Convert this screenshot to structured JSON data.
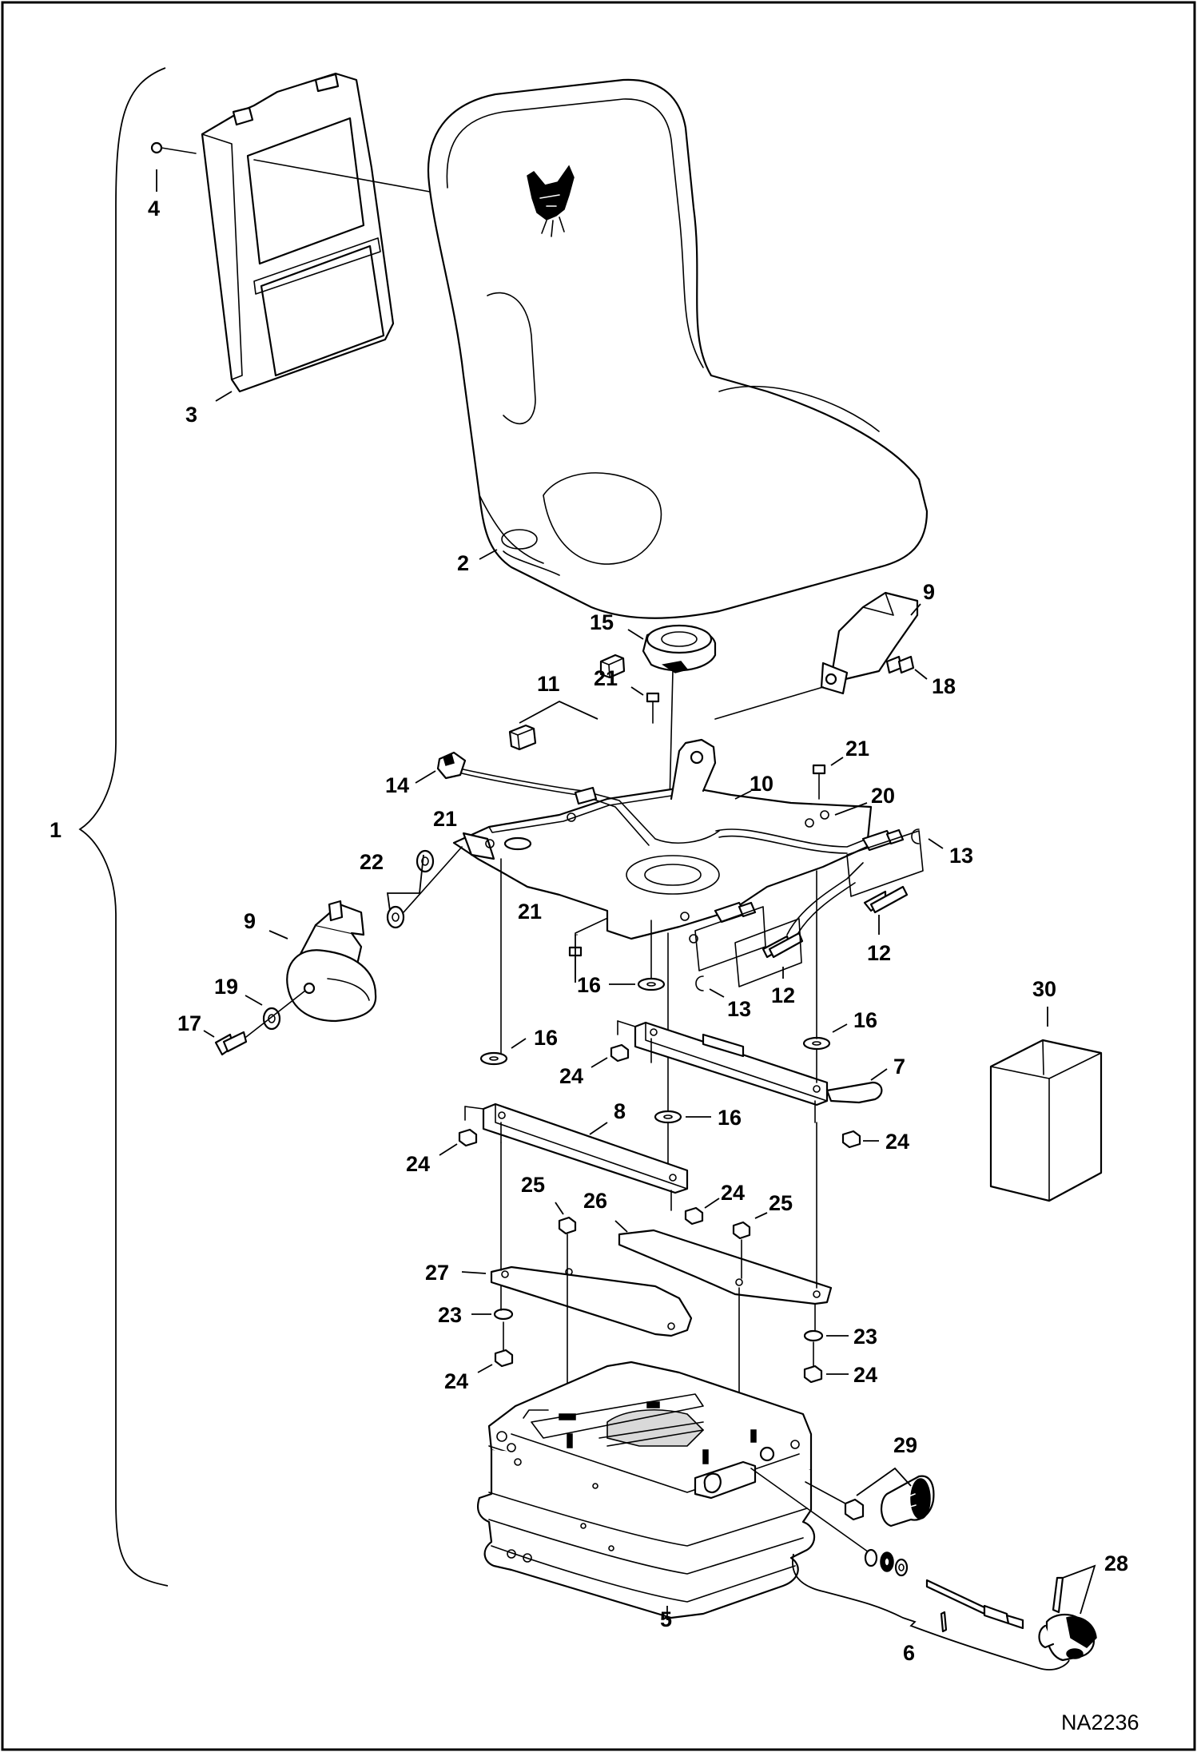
{
  "drawing_number": "NA2236",
  "callouts": {
    "c1": "1",
    "c2": "2",
    "c3": "3",
    "c4": "4",
    "c5": "5",
    "c6": "6",
    "c7": "7",
    "c8": "8",
    "c9a": "9",
    "c9b": "9",
    "c10": "10",
    "c11": "11",
    "c12a": "12",
    "c12b": "12",
    "c13a": "13",
    "c13b": "13",
    "c14": "14",
    "c15": "15",
    "c16a": "16",
    "c16b": "16",
    "c16c": "16",
    "c16d": "16",
    "c17": "17",
    "c18": "18",
    "c19": "19",
    "c20": "20",
    "c21a": "21",
    "c21b": "21",
    "c21c": "21",
    "c21d": "21",
    "c22": "22",
    "c23a": "23",
    "c23b": "23",
    "c24a": "24",
    "c24b": "24",
    "c24c": "24",
    "c24d": "24",
    "c24e": "24",
    "c24f": "24",
    "c25a": "25",
    "c25b": "25",
    "c26": "26",
    "c27": "27",
    "c28": "28",
    "c29": "29",
    "c30": "30"
  }
}
